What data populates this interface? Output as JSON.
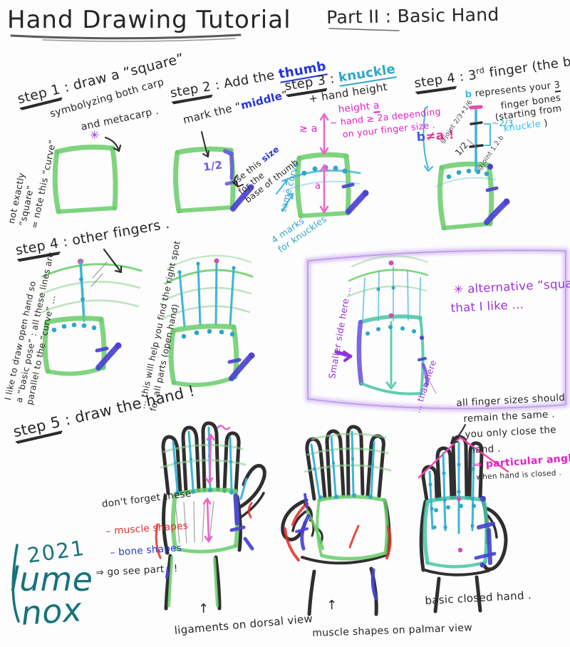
{
  "title": {
    "main": "Hand Drawing Tutorial",
    "part_label": "Part II",
    "part_rest": " : Basic Hand"
  },
  "step1": {
    "label_step": "step 1",
    "label_rest": " : draw a “square”",
    "sub1": "symbolyzing both carp",
    "sub2": "and metacarp .",
    "asterisk": "✳",
    "note1": "not exactly",
    "note2": "“square”",
    "note3": "= note this “curve”"
  },
  "step2": {
    "label_step": "step 2",
    "label_mid": " : Add the ",
    "label_thumb": "thumb",
    "mark_prefix": "mark the “",
    "mark_middle": "middle",
    "mark_suffix": "”",
    "half": "1/2",
    "use1a": "use this ",
    "use1b": "size",
    "use2": "for the",
    "use3": "base of thumb",
    "same_curve": "same curve"
  },
  "step3": {
    "label_step": "step 3",
    "label_sep": " : ",
    "label_knuckle": "knuckle",
    "label_line2": "+ hand height",
    "note1a": "height ",
    "note1b": "a",
    "note2": "~ hand ≳ 2a depending",
    "note3": "on your finger size .",
    "approx": "≳ a",
    "a_label": "a",
    "marks1": "4 marks",
    "marks2": "for knuckles"
  },
  "step4_third": {
    "label_step": "step 4",
    "label_mid": " : 3",
    "label_sup": "rd",
    "label_rest": " finger (the biggest ...)",
    "b": "b",
    "note1": " represents your ",
    "three": "3",
    "note2": "finger bones",
    "note3": "(starting from",
    "knuckle": "knuckle",
    "knuckle_close": " )",
    "bneq_b": "b",
    "bneq_rest": "≠a !",
    "twothirds": "~2/3",
    "half": "1/2",
    "joint1": "@joint 2/3+1/6",
    "joint2": "@joint 1.2.b"
  },
  "step4_other": {
    "label_step": "step 4",
    "label_rest": " : other fingers .",
    "left1": "I like to draw open hand so",
    "left2": "a “basic pose” : all these lines are",
    "left3": "parallel to the “curve” ...",
    "right1": "... this will help you find the right spot",
    "right2": "for all parts (open hand)"
  },
  "alt_box": {
    "title1": "✳ alternative “square shape”",
    "title2": "that I like ...",
    "smaller": "Smaller side here ...",
    "than": "... than here"
  },
  "step5": {
    "label_step": "step 5",
    "label_rest": " : draw the hand !",
    "dont": "don't forget these",
    "muscle": "– muscle shapes",
    "bone": "– bone shapes",
    "gosee": "⇒ go see part I !",
    "note1": "all finger sizes should",
    "note2": "remain the same .",
    "note3": "you only close the",
    "note4": "hand .",
    "angle": "⇒ particular angle .",
    "angle_sub": "when hand is closed .",
    "ligaments": "ligaments on dorsal view",
    "palmar": "muscle shapes on palmar view",
    "closed": "basic closed hand .",
    "up_arrow": "↑"
  },
  "signature": {
    "year": "2021",
    "name1": "lume",
    "name2": "nox"
  },
  "colors": {
    "green": "#68cc68",
    "cyan": "#2fa6c9",
    "blue": "#4a42d0",
    "magenta_text": "#e51fc4",
    "pink": "#d44fae",
    "purple": "#9b33d6",
    "red": "#e32a25",
    "teal_square": "#46c4a4",
    "signature_teal": "#17737a",
    "ink": "#2f2f2f"
  }
}
